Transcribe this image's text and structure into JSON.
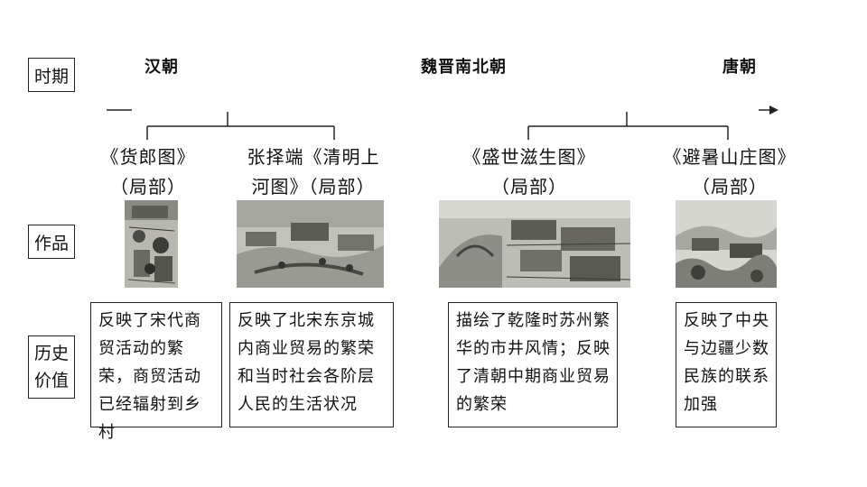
{
  "row_labels": {
    "period": "时期",
    "work": "作品",
    "value_line1": "历史",
    "value_line2": "价值"
  },
  "periods": {
    "han": "汉朝",
    "wei_jin": "魏晋南北朝",
    "tang": "唐朝"
  },
  "works": [
    {
      "title_line1": "《货郎图》",
      "title_line2": "（局部）",
      "description": "反映了宋代商贸活动的繁荣，商贸活动已经辐射到乡村"
    },
    {
      "title_line1": "张择端《清明上",
      "title_line2": "河图》（局部）",
      "description": "反映了北宋东京城内商业贸易的繁荣和当时社会各阶层人民的生活状况"
    },
    {
      "title_line1": "《盛世滋生图》",
      "title_line2": "（局部）",
      "description": "描绘了乾隆时苏州繁华的市井风情；反映了清朝中期商业贸易的繁荣"
    },
    {
      "title_line1": "《避暑山庄图》",
      "title_line2": "（局部）",
      "description": "反映了中央与边疆少数民族的联系加强"
    }
  ]
}
